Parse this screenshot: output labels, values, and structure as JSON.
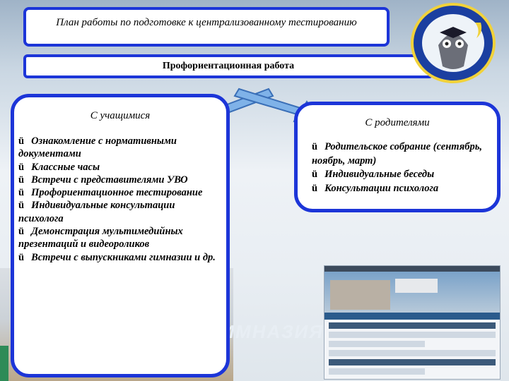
{
  "header": {
    "plan_title": "План работы по подготовке к централизованному тестированию",
    "section_title": "Профориентационная работа"
  },
  "students": {
    "title": "С учащимися",
    "items": [
      "Ознакомление  с нормативными документами",
      "Классные часы",
      "Встречи с представителями УВО",
      "Профориентационное тестирование",
      "Индивидуальные консультации психолога",
      "Демонстрация мультимедийных презентаций и видеороликов",
      "Встречи с выпускниками гимназии и др."
    ]
  },
  "parents": {
    "title": "С родителями",
    "items": [
      "Родительское собрание (сентябрь, ноябрь, март)",
      "Индивидуальные беседы",
      "Консультации психолога"
    ]
  },
  "check_mark": "ü",
  "background_text": "ГИМНАЗИЯ",
  "colors": {
    "border": "#1c35d8",
    "arrow": "#7fb2e8"
  },
  "icons": {
    "logo": "school-logo-icon",
    "arrow_left": "arrow-down-left-icon",
    "arrow_right": "arrow-down-right-icon"
  }
}
